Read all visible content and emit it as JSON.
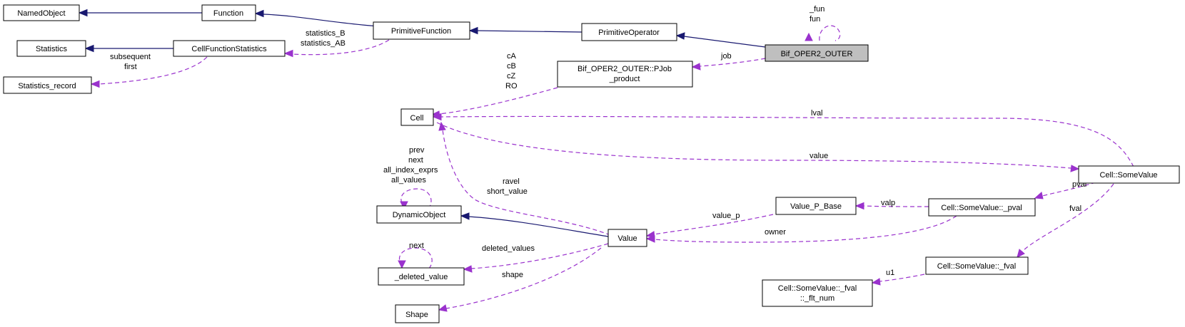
{
  "nodes": {
    "named_object": "NamedObject",
    "function": "Function",
    "primitive_function": "PrimitiveFunction",
    "primitive_operator": "PrimitiveOperator",
    "bif_oper2_outer": "Bif_OPER2_OUTER",
    "statistics": "Statistics",
    "cell_function_statistics": "CellFunctionStatistics",
    "statistics_record": "Statistics_record",
    "pjob_product_line1": "Bif_OPER2_OUTER::PJob",
    "pjob_product_line2": "_product",
    "cell": "Cell",
    "cell_some_value": "Cell::SomeValue",
    "dynamic_object": "DynamicObject",
    "value_p_base": "Value_P_Base",
    "some_value_pval": "Cell::SomeValue::_pval",
    "value": "Value",
    "deleted_value": "_deleted_value",
    "some_value_fval": "Cell::SomeValue::_fval",
    "flt_num_line1": "Cell::SomeValue::_fval",
    "flt_num_line2": "::_flt_num",
    "shape": "Shape"
  },
  "edge_labels": {
    "fun_self_1": "_fun",
    "fun_self_2": "fun",
    "statistics_b": "statistics_B",
    "statistics_ab": "statistics_AB",
    "subsequent": "subsequent",
    "first": "first",
    "job": "job",
    "c_a": "cA",
    "c_b": "cB",
    "c_z": "cZ",
    "r_o": "RO",
    "lval": "lval",
    "value": "value",
    "prev": "prev",
    "next": "next",
    "all_index_exprs": "all_index_exprs",
    "all_values": "all_values",
    "ravel": "ravel",
    "short_value": "short_value",
    "pval": "pval",
    "fval": "fval",
    "valp": "valp",
    "value_p": "value_p",
    "owner": "owner",
    "deleted_next": "next",
    "deleted_values": "deleted_values",
    "shape": "shape",
    "u1": "u1"
  },
  "colors": {
    "inheritance": "#191970",
    "usage": "#9a32cd",
    "focus_fill": "#bfbfbf"
  }
}
